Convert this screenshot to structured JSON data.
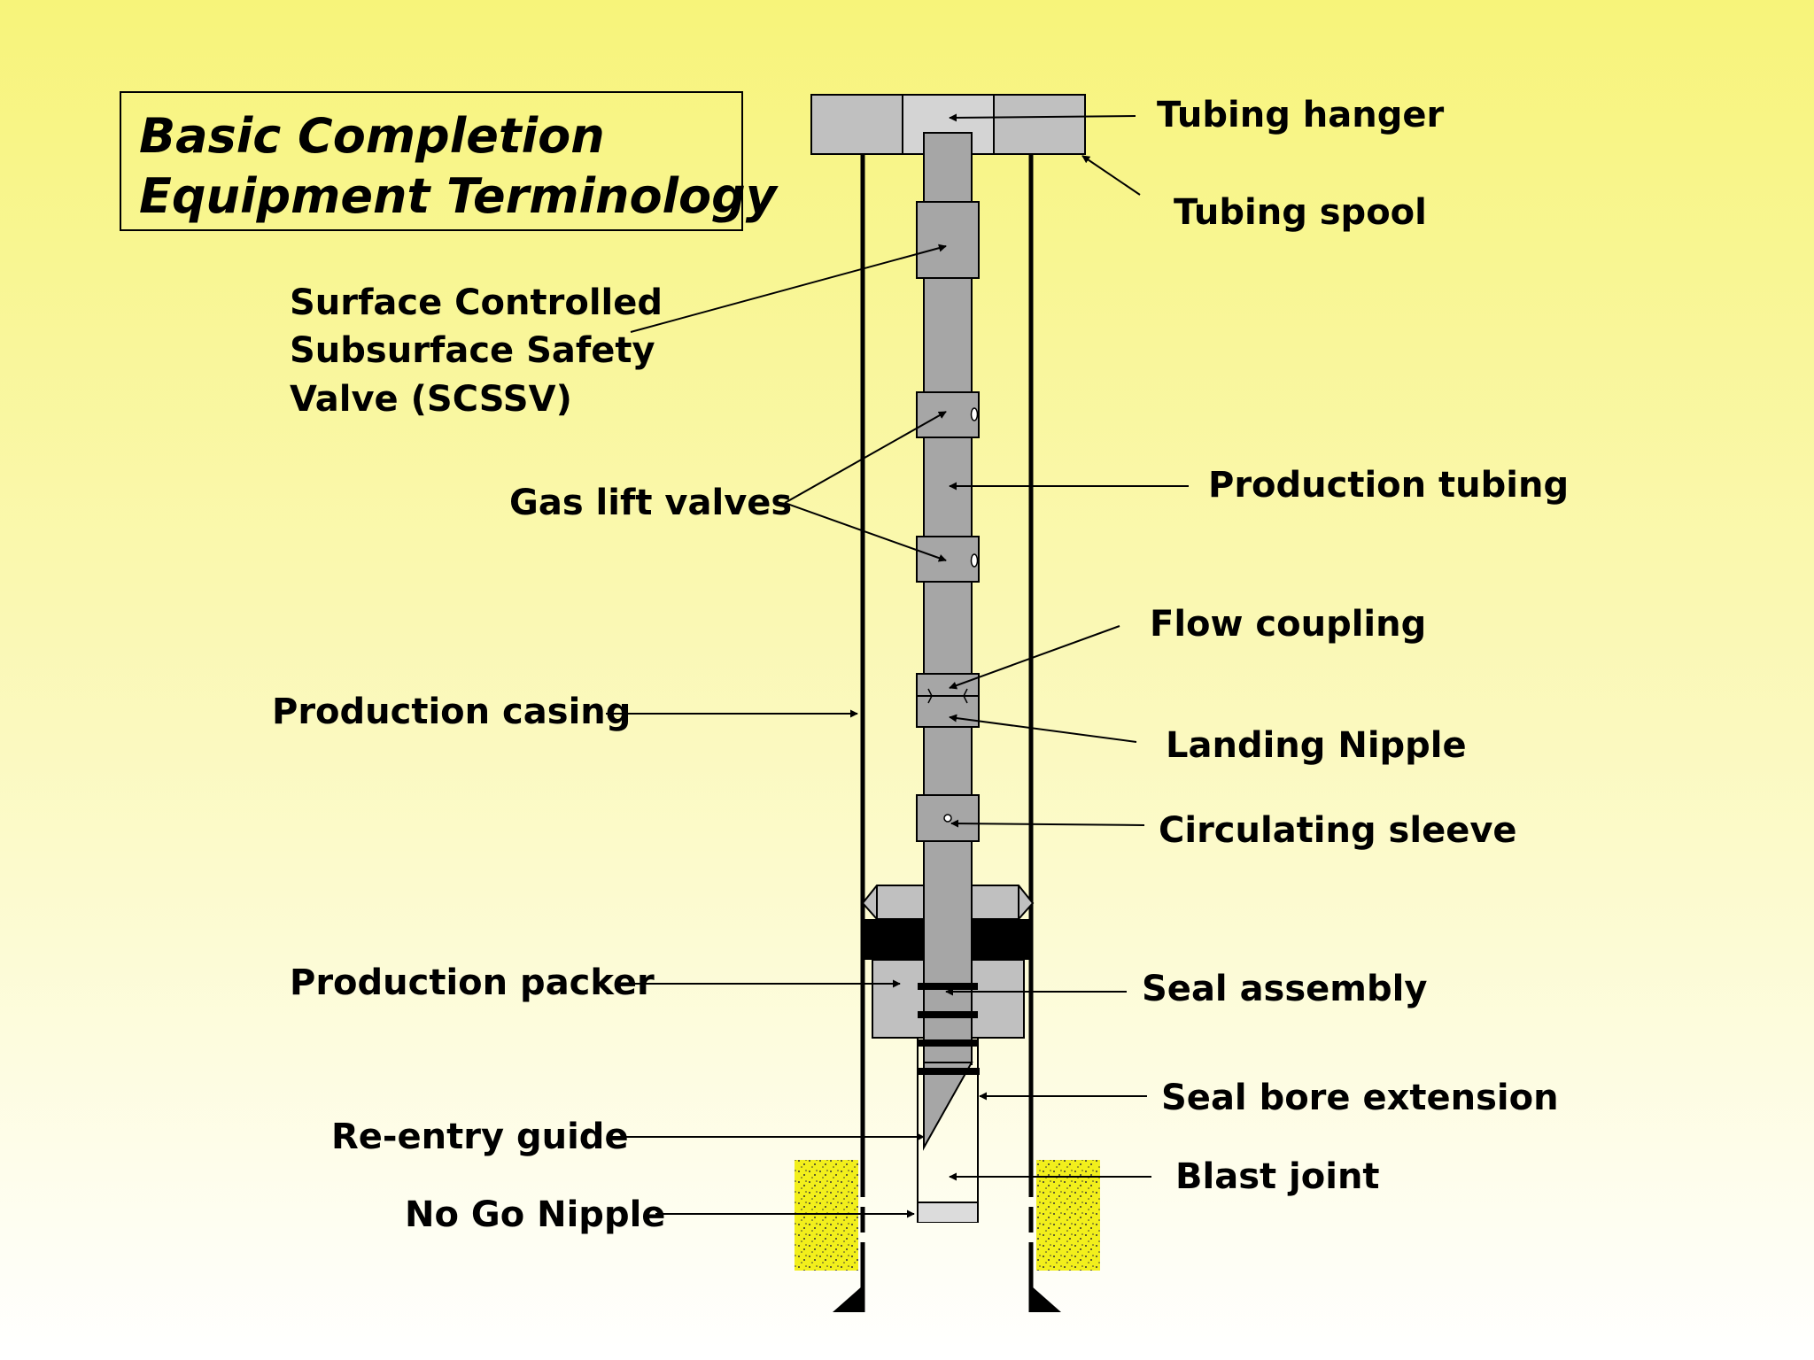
{
  "title": {
    "line1": "Basic Completion",
    "line2": "Equipment Terminology"
  },
  "labels": {
    "tubing_hanger": "Tubing hanger",
    "tubing_spool": "Tubing spool",
    "scssv_line1": "Surface Controlled",
    "scssv_line2": "Subsurface Safety",
    "scssv_line3": "Valve (SCSSV)",
    "gas_lift_valves": "Gas lift valves",
    "production_tubing": "Production tubing",
    "flow_coupling": "Flow coupling",
    "production_casing": "Production casing",
    "landing_nipple": "Landing Nipple",
    "circulating_sleeve": "Circulating sleeve",
    "production_packer": "Production packer",
    "seal_assembly": "Seal assembly",
    "seal_bore_extension": "Seal bore extension",
    "reentry_guide": "Re-entry guide",
    "blast_joint": "Blast joint",
    "no_go_nipple": "No Go Nipple"
  },
  "colors": {
    "equipment": "#c0c0c0",
    "tubing": "#a6a6a6",
    "formation": "#f2ef1c",
    "packer_element": "#000000"
  }
}
